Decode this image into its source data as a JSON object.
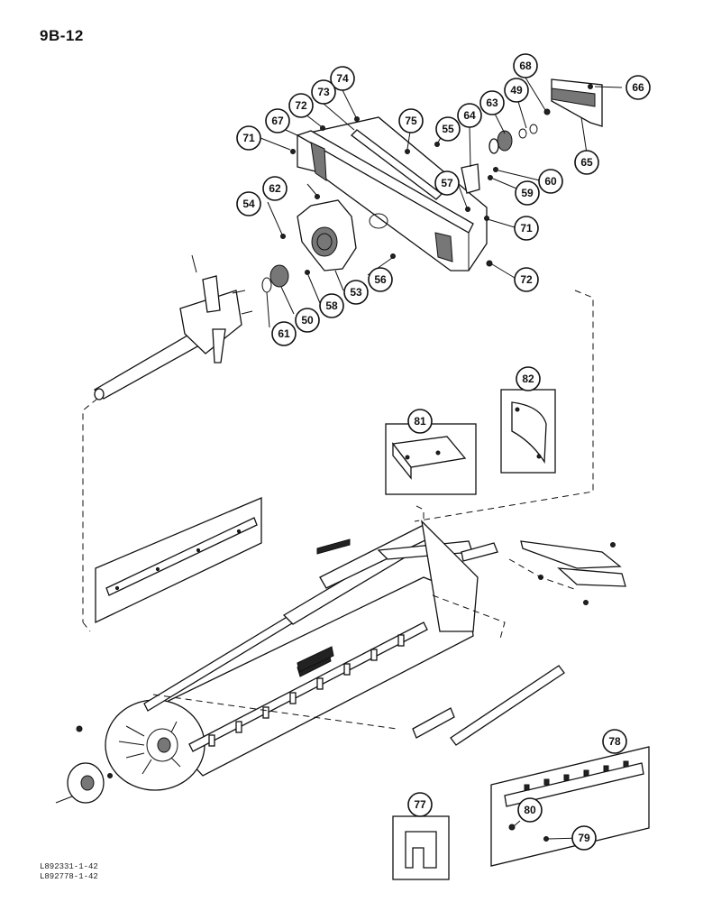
{
  "header": {
    "page_number": "9B-12"
  },
  "footer": {
    "ref_lines": [
      "L892331-1-42",
      "L892778-1-42"
    ]
  },
  "callouts": [
    {
      "id": "66",
      "label": "66"
    },
    {
      "id": "68",
      "label": "68"
    },
    {
      "id": "74",
      "label": "74"
    },
    {
      "id": "73",
      "label": "73"
    },
    {
      "id": "72a",
      "label": "72"
    },
    {
      "id": "67",
      "label": "67"
    },
    {
      "id": "71a",
      "label": "71"
    },
    {
      "id": "75",
      "label": "75"
    },
    {
      "id": "55",
      "label": "55"
    },
    {
      "id": "64",
      "label": "64"
    },
    {
      "id": "63",
      "label": "63"
    },
    {
      "id": "49",
      "label": "49"
    },
    {
      "id": "65",
      "label": "65"
    },
    {
      "id": "60",
      "label": "60"
    },
    {
      "id": "59",
      "label": "59"
    },
    {
      "id": "57",
      "label": "57"
    },
    {
      "id": "71b",
      "label": "71"
    },
    {
      "id": "72b",
      "label": "72"
    },
    {
      "id": "62",
      "label": "62"
    },
    {
      "id": "54",
      "label": "54"
    },
    {
      "id": "56",
      "label": "56"
    },
    {
      "id": "53",
      "label": "53"
    },
    {
      "id": "58",
      "label": "58"
    },
    {
      "id": "50",
      "label": "50"
    },
    {
      "id": "61",
      "label": "61"
    },
    {
      "id": "82",
      "label": "82"
    },
    {
      "id": "81",
      "label": "81"
    },
    {
      "id": "78",
      "label": "78"
    },
    {
      "id": "80",
      "label": "80"
    },
    {
      "id": "79",
      "label": "79"
    },
    {
      "id": "77",
      "label": "77"
    }
  ]
}
